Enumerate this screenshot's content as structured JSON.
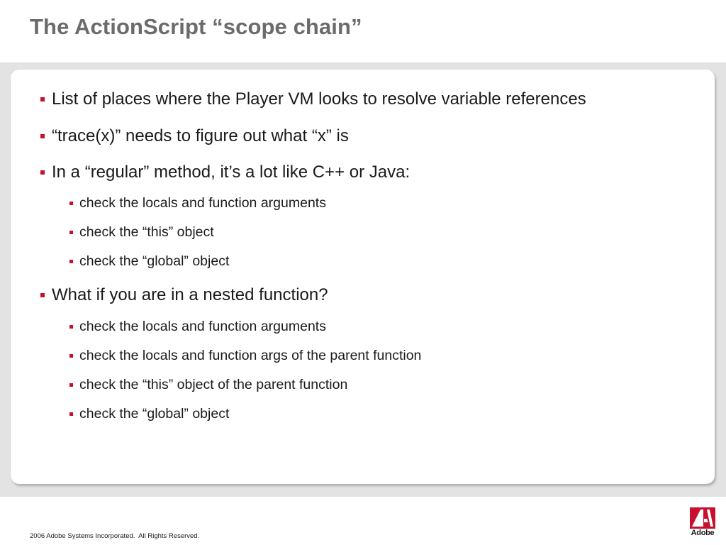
{
  "slide": {
    "title": "The ActionScript “scope chain”"
  },
  "bullets": [
    {
      "level": 1,
      "text": "List of places where the Player VM looks to resolve variable references"
    },
    {
      "level": 1,
      "text": "“trace(x)” needs to figure out what “x” is"
    },
    {
      "level": 1,
      "text": "In a “regular” method, it’s a lot like C++ or Java:"
    },
    {
      "level": 2,
      "text": "check the locals and function arguments"
    },
    {
      "level": 2,
      "text": "check the “this” object"
    },
    {
      "level": 2,
      "text": "check the “global” object"
    },
    {
      "level": 1,
      "text": "What if you are in a nested function?"
    },
    {
      "level": 2,
      "text": "check the locals and function arguments"
    },
    {
      "level": 2,
      "text": "check the locals and function args of the parent function"
    },
    {
      "level": 2,
      "text": "check the “this” object of the parent function"
    },
    {
      "level": 2,
      "text": "check the “global” object"
    }
  ],
  "footer": {
    "copyright": "2006 Adobe Systems Incorporated.  All Rights Reserved.",
    "logo_text": "Adobe"
  },
  "colors": {
    "accent": "#c8102e",
    "title": "#6b6b6b",
    "band": "#e3e3e3",
    "text": "#1a1a1a"
  },
  "icons": {
    "bullet": "square-bullet-icon",
    "logo": "adobe-logo-icon"
  }
}
